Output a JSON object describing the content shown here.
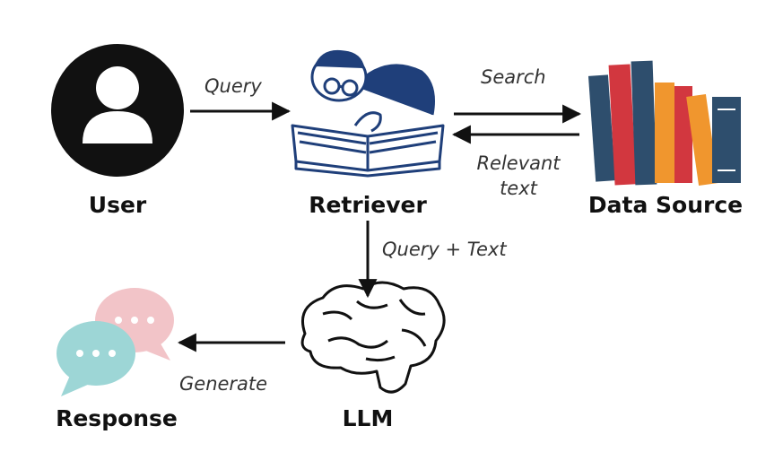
{
  "nodes": {
    "user": {
      "label": "User",
      "icon": "user-icon"
    },
    "retriever": {
      "label": "Retriever",
      "icon": "reading-person-icon"
    },
    "data_source": {
      "label": "Data Source",
      "icon": "books-icon"
    },
    "llm": {
      "label": "LLM",
      "icon": "brain-icon"
    },
    "response": {
      "label": "Response",
      "icon": "chat-bubbles-icon"
    }
  },
  "edges": {
    "query": "Query",
    "search": "Search",
    "relevant_text": "Relevant text",
    "query_text": "Query + Text",
    "generate": "Generate"
  },
  "colors": {
    "user_icon": "#111111",
    "retriever_ink": "#1f3f7a",
    "book_navy": "#2e4e6d",
    "book_red": "#d2373f",
    "book_orange": "#f0962e",
    "bubble_pink": "#f2c4c8",
    "bubble_teal": "#9dd6d6",
    "arrow": "#111111"
  }
}
